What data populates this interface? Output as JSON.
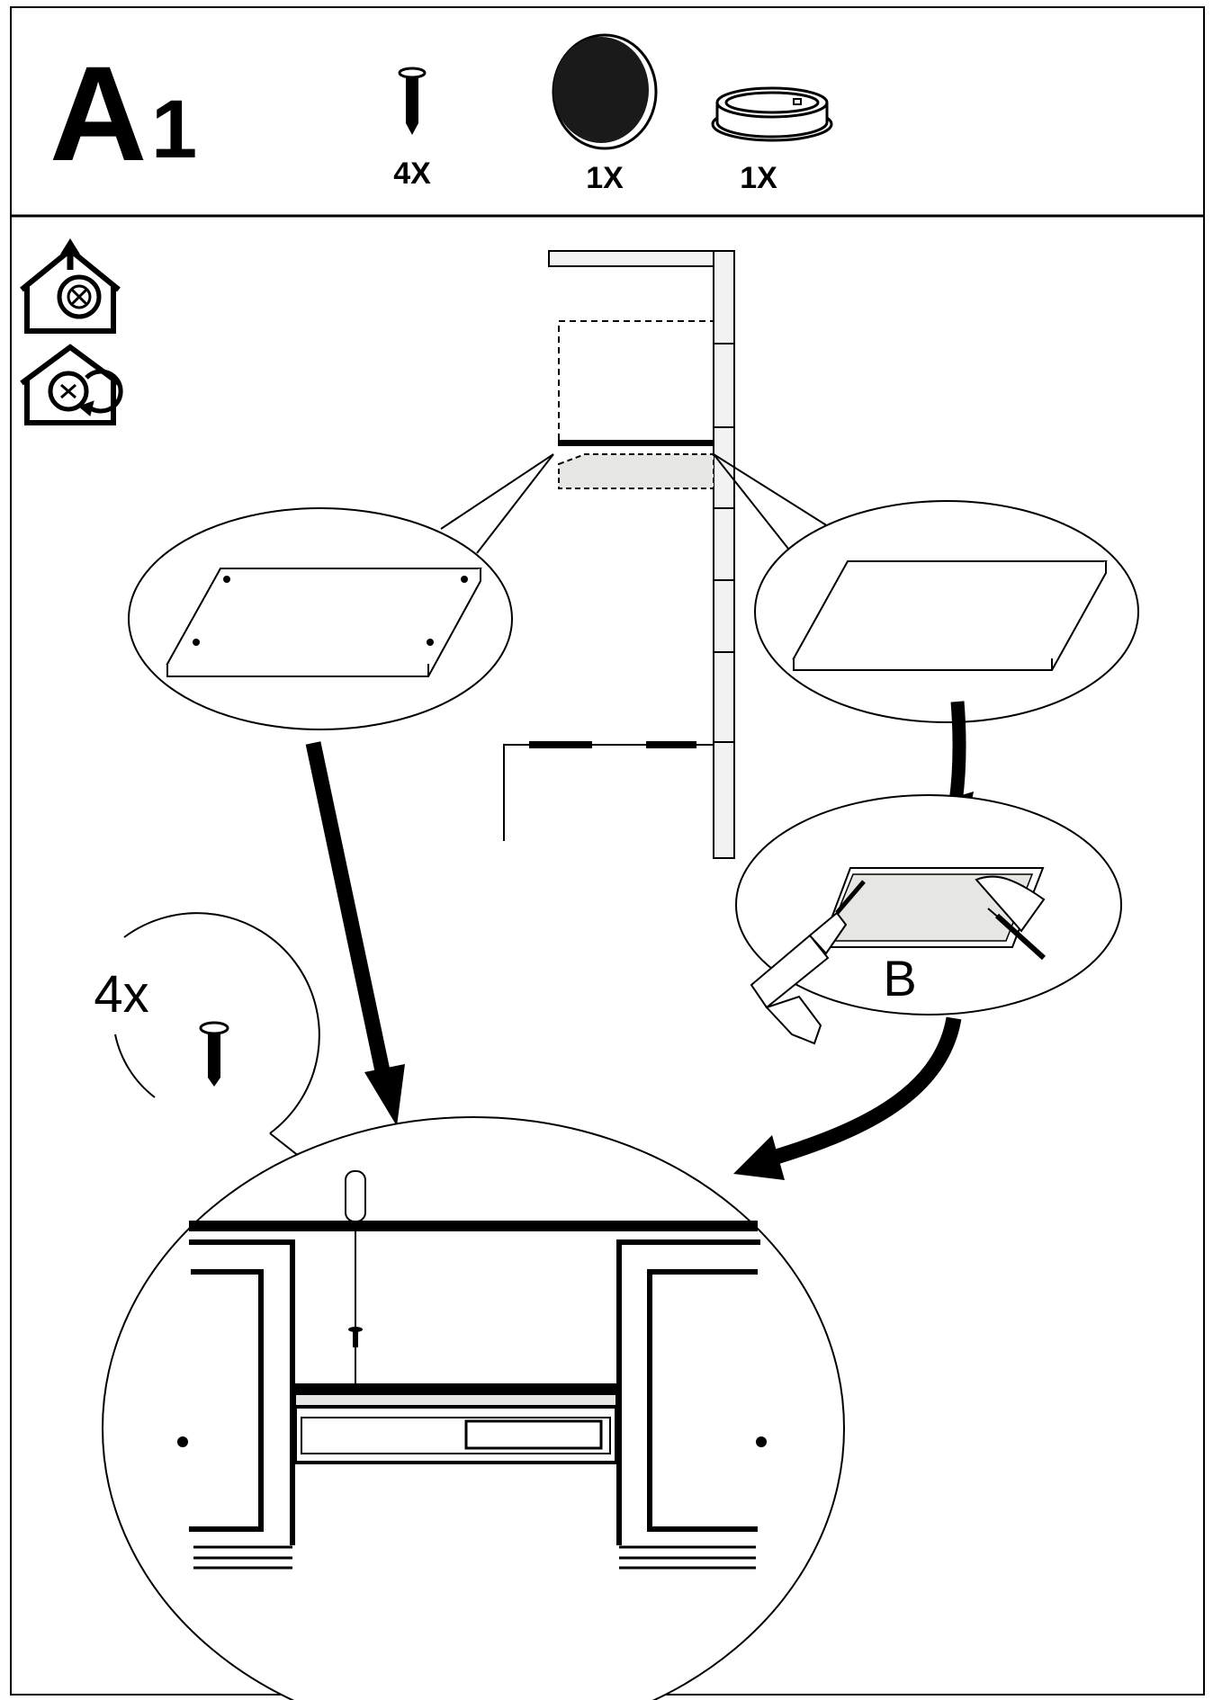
{
  "header": {
    "step_letter": "A",
    "step_number": "1",
    "parts": [
      {
        "name": "screw",
        "qty": "4X"
      },
      {
        "name": "round-cover-plate",
        "qty": "1X"
      },
      {
        "name": "ring-collar",
        "qty": "1X"
      }
    ]
  },
  "side_icons": [
    {
      "name": "ducted-extraction-icon"
    },
    {
      "name": "recirculation-icon"
    }
  ],
  "details": {
    "screw_callout_qty": "4x",
    "template_label": "B"
  },
  "colors": {
    "line": "#000000",
    "panel_fill": "#e6e6e2",
    "paper": "#ffffff"
  }
}
